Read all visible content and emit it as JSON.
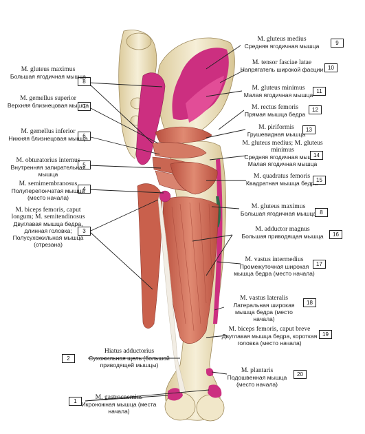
{
  "labels": [
    {
      "n": "1",
      "lat": "M. gastrocnemius",
      "ru": "Икроножная мышца (места начала)"
    },
    {
      "n": "2",
      "lat": "Hiatus adductorius",
      "ru": "Сухожильная щель (большой приводящей мышцы)"
    },
    {
      "n": "3",
      "lat": "M. biceps femoris, caput longum; M. semitendinosus",
      "ru": "Двуглавая мышца бедра, длинная головка; Полусухожильная мышца (отрезана)"
    },
    {
      "n": "4",
      "lat": "M. semimembranosus",
      "ru": "Полуперепончатая мышца (место начала)"
    },
    {
      "n": "5",
      "lat": "M. obturatorius internus",
      "ru": "Внутренняя запирательная мышца"
    },
    {
      "n": "6",
      "lat": "M. gemellus inferior",
      "ru": "Нижняя близнецовая мышца"
    },
    {
      "n": "7",
      "lat": "M. gemellus superior",
      "ru": "Верхняя близнецовая мышца"
    },
    {
      "n": "8",
      "lat": "M. gluteus maximus",
      "ru": "Большая ягодичная мышца"
    },
    {
      "n": "9",
      "lat": "M. gluteus medius",
      "ru": "Средняя ягодичная мышца"
    },
    {
      "n": "10",
      "lat": "M. tensor fasciae latae",
      "ru": "Напрягатель широкой фасции"
    },
    {
      "n": "11",
      "lat": "M. gluteus minimus",
      "ru": "Малая ягодичная мышца"
    },
    {
      "n": "12",
      "lat": "M. rectus femoris",
      "ru": "Прямая мышца бедра"
    },
    {
      "n": "13",
      "lat": "M. piriformis",
      "ru": "Грушевидная мышца"
    },
    {
      "n": "14",
      "lat": "M. gluteus medius; M. gluteus minimus",
      "ru": "Средняя ягодичная мышца; Малая ягодичная мышца"
    },
    {
      "n": "15",
      "lat": "M. quadratus femoris",
      "ru": "Квадратная мышца бедра"
    },
    {
      "n": "8",
      "lat": "M. gluteus maximus",
      "ru": "Большая ягодичная мышца"
    },
    {
      "n": "16",
      "lat": "M. adductor magnus",
      "ru": "Большая приводящая мышца"
    },
    {
      "n": "17",
      "lat": "M. vastus intermedius",
      "ru": "Промежуточная широкая мышца бедра (место начала)"
    },
    {
      "n": "18",
      "lat": "M. vastus lateralis",
      "ru": "Латеральная широкая мышца бедра (место начала)"
    },
    {
      "n": "19",
      "lat": "M. biceps femoris, caput breve",
      "ru": "Двуглавая мышца бедра, короткая головка (место начала)"
    },
    {
      "n": "20",
      "lat": "M. plantaris",
      "ru": "Подошвенная мышца (место начала)"
    }
  ],
  "colors": {
    "bone": "#efe3c4",
    "muscle": "#cf6f5a",
    "muscle_dark": "#a8473b",
    "origin": "#d2317f",
    "tendon": "#f3ece4",
    "line": "#222222"
  }
}
